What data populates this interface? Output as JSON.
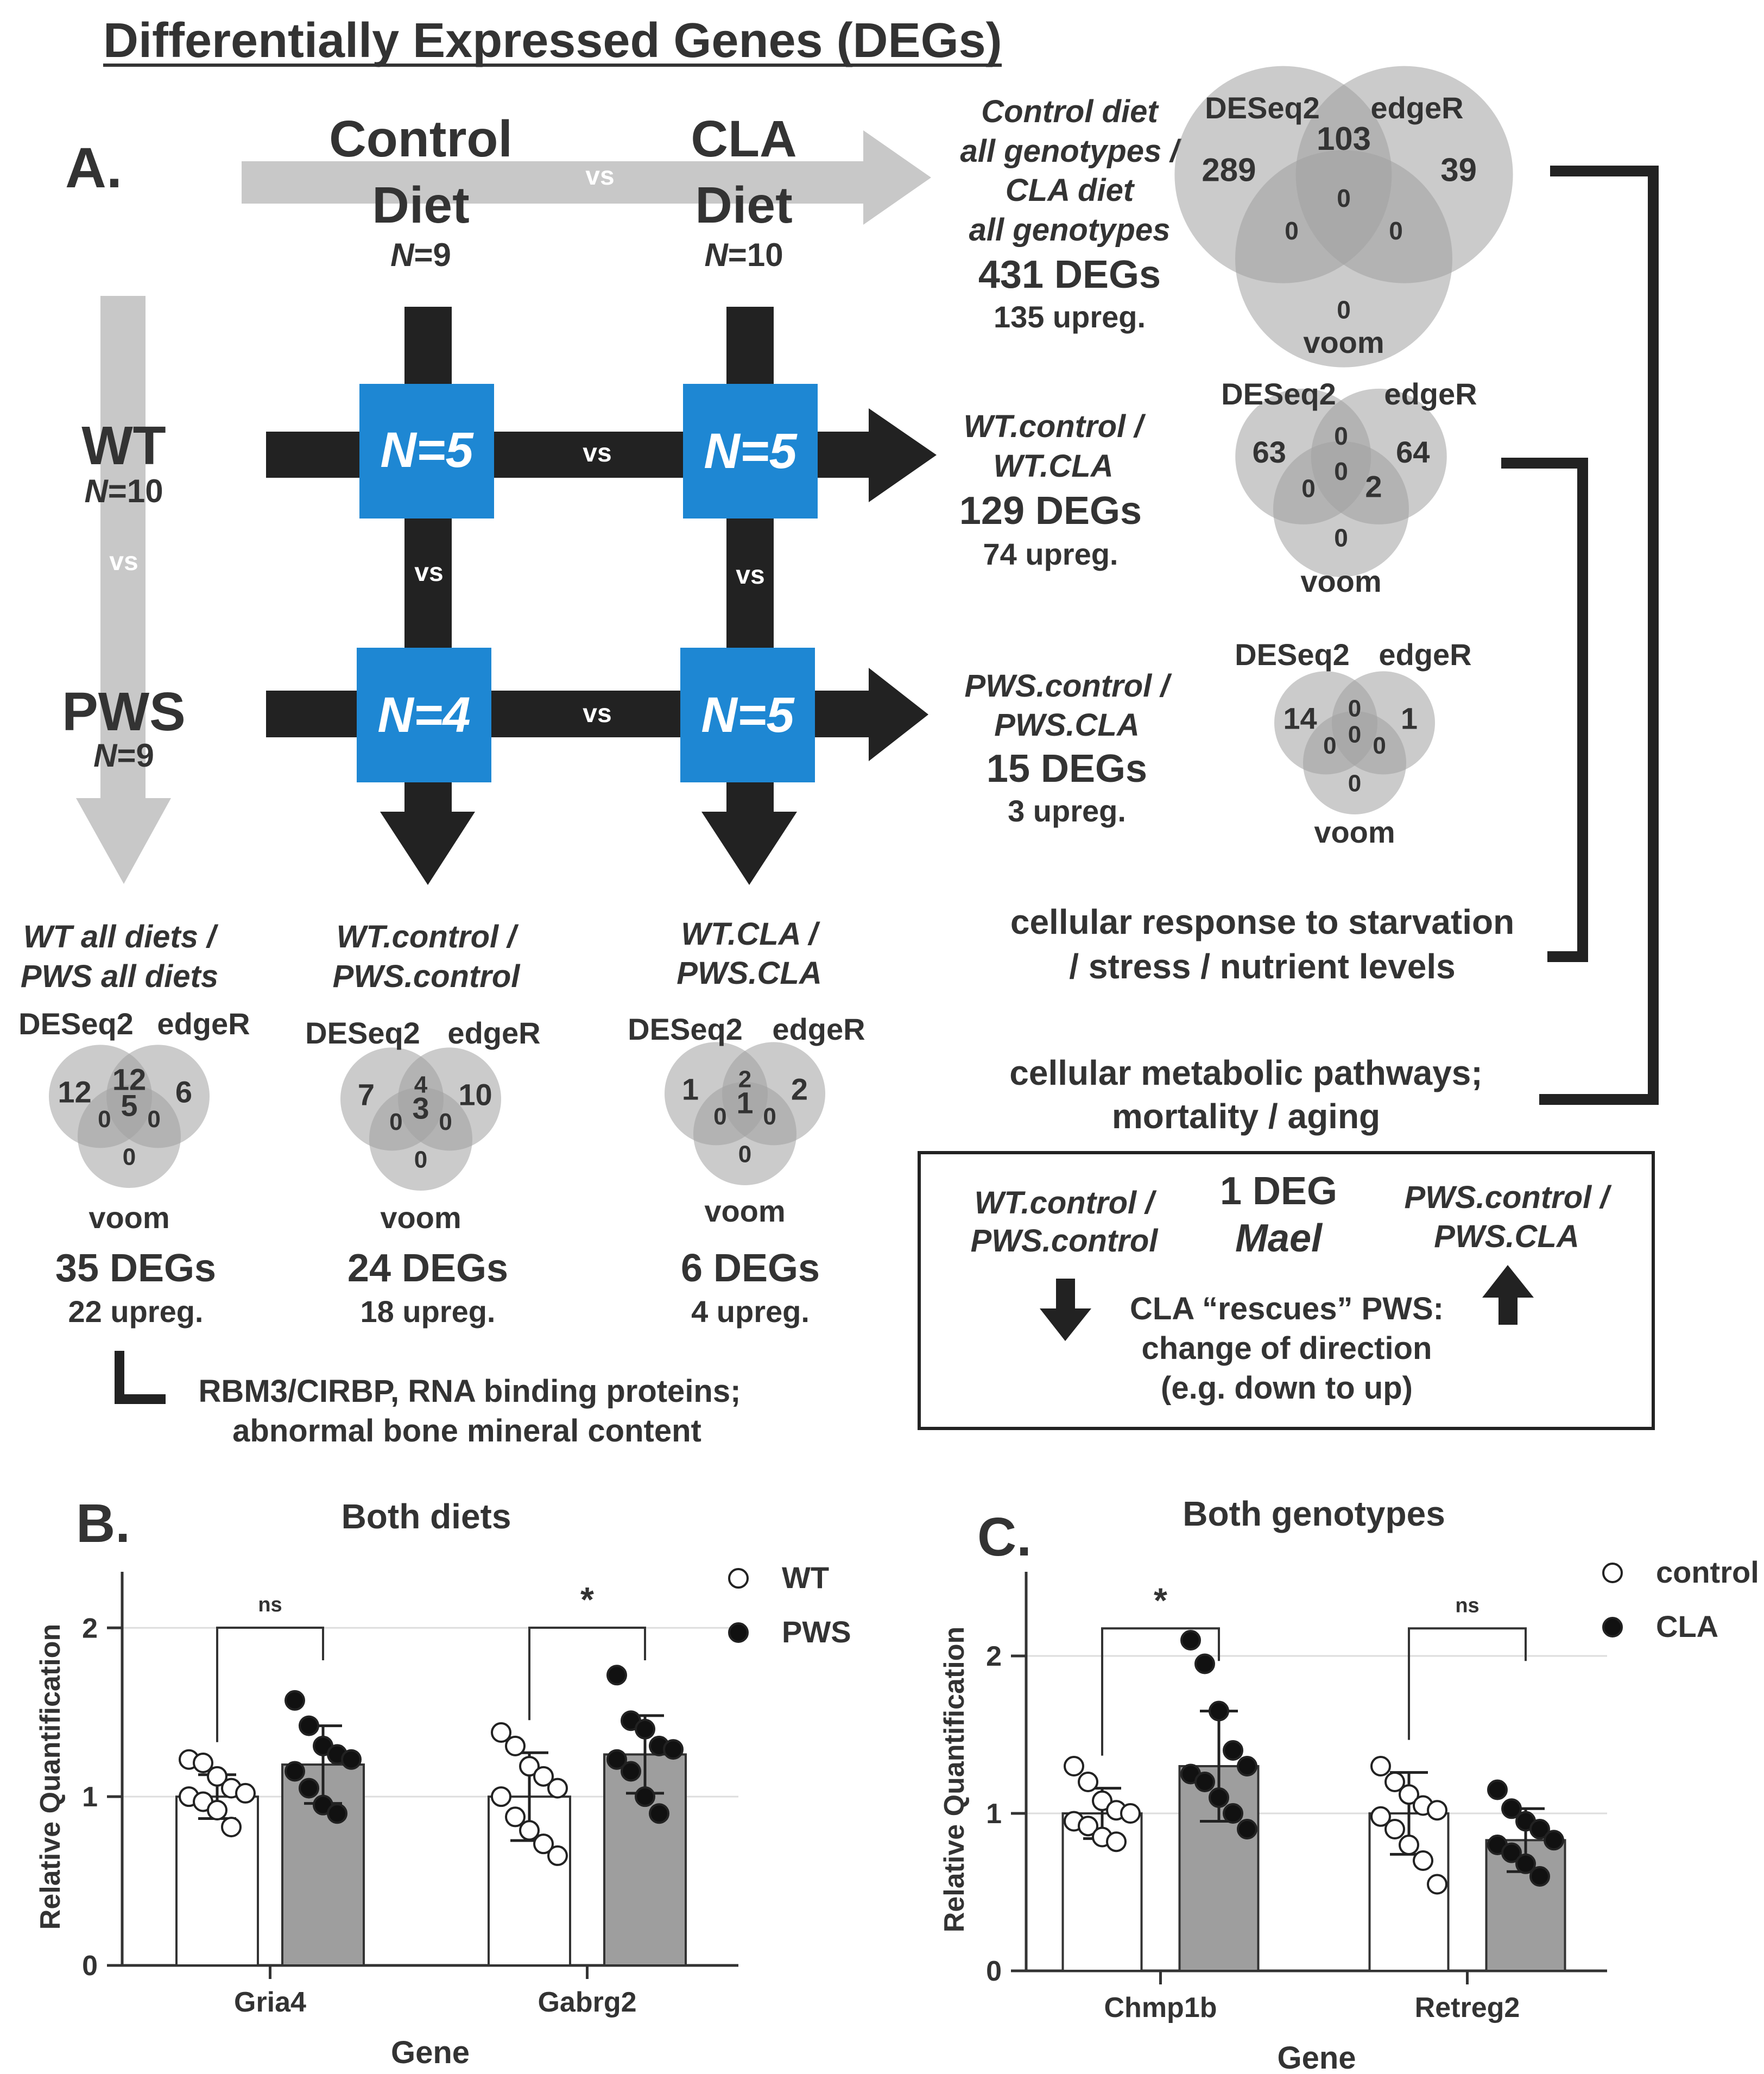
{
  "title": "Differentially Expressed Genes (DEGs)",
  "panelA": {
    "label": "A.",
    "vs": "vs",
    "diets": [
      {
        "name_line1": "Control",
        "name_line2": "Diet",
        "n_prefix": "N",
        "n_suffix": "=9"
      },
      {
        "name_line1": "CLA",
        "name_line2": "Diet",
        "n_prefix": "N",
        "n_suffix": "=10"
      }
    ],
    "genotypes": [
      {
        "name": "WT",
        "n_prefix": "N",
        "n_suffix": "=10"
      },
      {
        "name": "PWS",
        "n_prefix": "N",
        "n_suffix": "=9"
      }
    ],
    "cells": [
      "N=5",
      "N=5",
      "N=4",
      "N=5"
    ],
    "comparisons": {
      "diet_all": {
        "lines": [
          "Control diet",
          "all genotypes /",
          "CLA diet",
          "all genotypes"
        ],
        "degs": "431 DEGs",
        "upreg": "135 upreg."
      },
      "wt_diet": {
        "lines": [
          "WT.control /",
          "WT.CLA"
        ],
        "degs": "129 DEGs",
        "upreg": "74 upreg."
      },
      "pws_diet": {
        "lines": [
          "PWS.control /",
          "PWS.CLA"
        ],
        "degs": "15 DEGs",
        "upreg": "3 upreg."
      },
      "geno_all": {
        "lines": [
          "WT all diets /",
          "PWS all diets"
        ],
        "degs": "35 DEGs",
        "upreg": "22 upreg."
      },
      "geno_control": {
        "lines": [
          "WT.control /",
          "PWS.control"
        ],
        "degs": "24 DEGs",
        "upreg": "18 upreg."
      },
      "geno_cla": {
        "lines": [
          "WT.CLA /",
          "PWS.CLA"
        ],
        "degs": "6 DEGs",
        "upreg": "4 upreg."
      }
    },
    "venn_labels": {
      "a": "DESeq2",
      "b": "edgeR",
      "c": "voom"
    },
    "venns": {
      "diet_all": {
        "a_only": "289",
        "ab": "103",
        "b_only": "39",
        "abc": "0",
        "ac": "0",
        "bc": "0",
        "c_only": "0"
      },
      "wt_diet": {
        "a_only": "63",
        "ab": "0",
        "b_only": "64",
        "abc": "0",
        "ac": "0",
        "bc": "2",
        "c_only": "0"
      },
      "pws_diet": {
        "a_only": "14",
        "ab": "0",
        "b_only": "1",
        "abc": "0",
        "ac": "0",
        "bc": "0",
        "c_only": "0"
      },
      "geno_all": {
        "a_only": "12",
        "ab": "12",
        "b_only": "6",
        "abc": "5",
        "ac": "0",
        "bc": "0",
        "c_only": "0"
      },
      "geno_control": {
        "a_only": "7",
        "ab": "4",
        "b_only": "10",
        "abc": "3",
        "ac": "0",
        "bc": "0",
        "c_only": "0"
      },
      "geno_cla": {
        "a_only": "1",
        "ab": "2",
        "b_only": "2",
        "abc": "1",
        "ac": "0",
        "bc": "0",
        "c_only": "0"
      }
    },
    "annotations": {
      "starvation": [
        "cellular response to starvation",
        "/ stress / nutrient levels"
      ],
      "metabolic": [
        "cellular metabolic pathways;",
        "mortality / aging"
      ],
      "rbm3": [
        "RBM3/CIRBP, RNA binding proteins;",
        "abnormal bone mineral content"
      ]
    },
    "mael_box": {
      "left": [
        "WT.control /",
        "PWS.control"
      ],
      "center_top": "1 DEG",
      "center_gene": "Mael",
      "right": [
        "PWS.control /",
        "PWS.CLA"
      ],
      "rescue": [
        "CLA “rescues” PWS:",
        "change of direction",
        "(e.g. down to up)"
      ]
    }
  },
  "chart_data": [
    {
      "type": "bar",
      "panel": "B.",
      "title": "Both diets",
      "xlabel": "Gene",
      "ylabel": "Relative Quantification",
      "ylim": [
        0,
        2.3
      ],
      "yticks": [
        "0",
        "1",
        "2"
      ],
      "grid": true,
      "legend": "top-right",
      "categories": [
        "Gria4",
        "Gabrg2"
      ],
      "series": [
        {
          "name": "WT",
          "values": [
            1.0,
            1.0
          ],
          "errors": [
            0.13,
            0.26
          ],
          "points": [
            [
              1.22,
              1.2,
              1.12,
              1.05,
              1.02,
              1.0,
              0.97,
              0.92,
              0.82
            ],
            [
              1.38,
              1.3,
              1.18,
              1.12,
              1.05,
              1.0,
              0.88,
              0.8,
              0.72,
              0.65
            ]
          ]
        },
        {
          "name": "PWS",
          "values": [
            1.19,
            1.25
          ],
          "errors": [
            0.23,
            0.23
          ],
          "points": [
            [
              1.57,
              1.42,
              1.3,
              1.25,
              1.22,
              1.15,
              1.05,
              0.95,
              0.9
            ],
            [
              1.72,
              1.45,
              1.4,
              1.3,
              1.28,
              1.22,
              1.15,
              1.0,
              0.9
            ]
          ]
        }
      ],
      "significance": [
        "ns",
        "*"
      ],
      "colors": {
        "WT": "#ffffff",
        "PWS": "#9e9e9e"
      }
    },
    {
      "type": "bar",
      "panel": "C.",
      "title": "Both genotypes",
      "xlabel": "Gene",
      "ylabel": "Relative Quantification",
      "ylim": [
        0,
        2.5
      ],
      "yticks": [
        "0",
        "1",
        "2"
      ],
      "grid": true,
      "legend": "top-right",
      "categories": [
        "Chmp1b",
        "Retreg2"
      ],
      "series": [
        {
          "name": "control",
          "values": [
            1.0,
            1.0
          ],
          "errors": [
            0.16,
            0.26
          ],
          "points": [
            [
              1.3,
              1.2,
              1.08,
              1.02,
              1.0,
              0.95,
              0.92,
              0.85,
              0.82
            ],
            [
              1.3,
              1.2,
              1.12,
              1.05,
              1.02,
              0.98,
              0.9,
              0.8,
              0.7,
              0.55
            ]
          ]
        },
        {
          "name": "CLA",
          "values": [
            1.3,
            0.83
          ],
          "errors": [
            0.35,
            0.2
          ],
          "points": [
            [
              2.1,
              1.95,
              1.65,
              1.4,
              1.3,
              1.25,
              1.2,
              1.1,
              1.0,
              0.9
            ],
            [
              1.15,
              1.03,
              0.95,
              0.9,
              0.83,
              0.8,
              0.75,
              0.68,
              0.6
            ]
          ]
        }
      ],
      "significance": [
        "*",
        "ns"
      ],
      "colors": {
        "control": "#ffffff",
        "CLA": "#9e9e9e"
      }
    }
  ]
}
